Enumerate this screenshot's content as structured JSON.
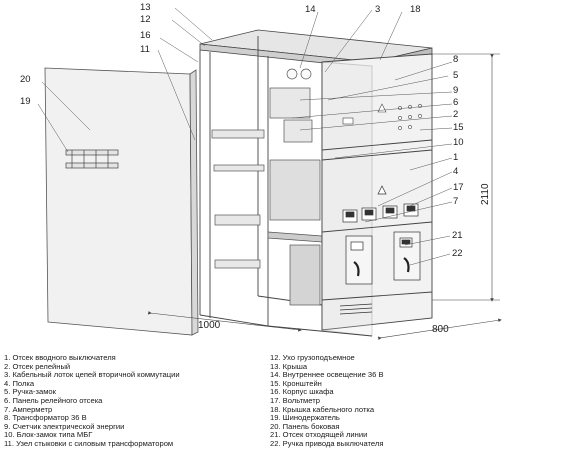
{
  "callouts": [
    "1",
    "2",
    "3",
    "4",
    "5",
    "6",
    "7",
    "8",
    "9",
    "10",
    "11",
    "12",
    "13",
    "14",
    "15",
    "16",
    "17",
    "18",
    "19",
    "20",
    "21",
    "22"
  ],
  "dimensions": {
    "width": "1000",
    "depth": "800",
    "height": "2110"
  },
  "legend": [
    "1. Отсек вводного выключателя",
    "2. Отсек релейный",
    "3. Кабельный лоток цепей вторичной коммутации",
    "4. Полка",
    "5. Ручка-замок",
    "6. Панель релейного отсека",
    "7. Амперметр",
    "8. Трансформатор 36 В",
    "9. Счетчик электрической энергии",
    "10. Блок-замок типа МБГ",
    "11. Узел стыковки с силовым трансформатором",
    "12. Ухо грузоподъемное",
    "13. Крыша",
    "14. Внутреннее освещение 36 В",
    "15. Кронштейн",
    "16. Корпус шкафа",
    "17. Вольтметр",
    "18. Крышка кабельного лотка",
    "19. Шинодержатель",
    "20. Панель боковая",
    "21. Отсек отходящей линии",
    "22. Ручка привода выключателя"
  ],
  "colors": {
    "line": "#3a3a3a",
    "panel": "#f4f4f4",
    "shade": "#dcdcdc"
  }
}
